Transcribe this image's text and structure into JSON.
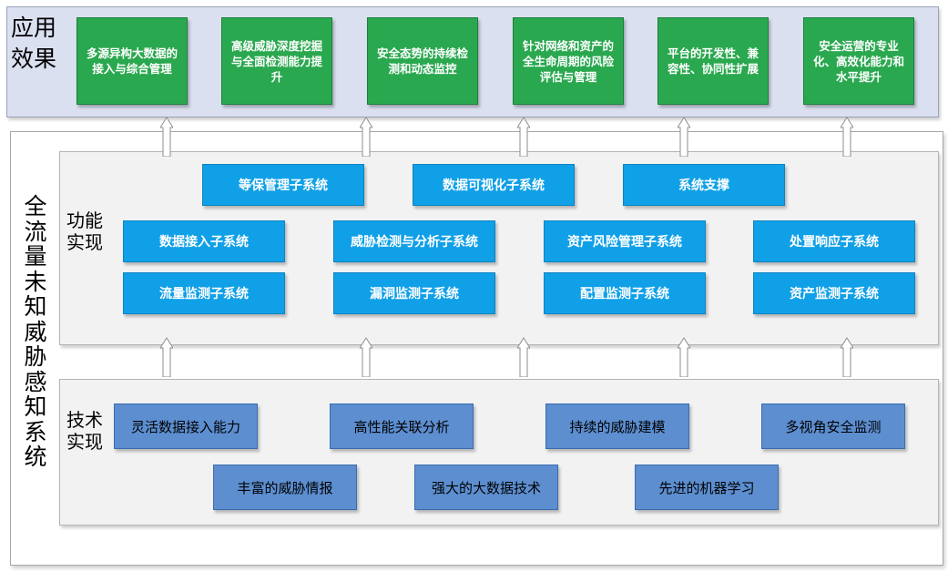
{
  "top_label": "应用效果",
  "outer_label": "全流量未知威胁感知系统",
  "func_label": "功能实现",
  "tech_label": "技术实现",
  "effects": [
    "多源异构大数据的接入与综合管理",
    "高级威胁深度挖掘与全面检测能力提升",
    "安全态势的持续检测和动态监控",
    "针对网络和资产的全生命周期的风险评估与管理",
    "平台的开发性、兼容性、协同性扩展",
    "安全运营的专业化、高效化能力和水平提升"
  ],
  "functions": [
    "等保管理子系统",
    "数据可视化子系统",
    "系统支撑",
    "数据接入子系统",
    "威胁检测与分析子系统",
    "资产风险管理子系统",
    "处置响应子系统",
    "流量监测子系统",
    "漏洞监测子系统",
    "配置监测子系统",
    "资产监测子系统"
  ],
  "techniques": [
    "灵活数据接入能力",
    "高性能关联分析",
    "持续的威胁建模",
    "多视角安全监测",
    "丰富的威胁情报",
    "强大的大数据技术",
    "先进的机器学习"
  ],
  "colors": {
    "effect_box": "#2aa84f",
    "function_box": "#10a0e7",
    "technique_box": "#5c8ed0",
    "top_band": "#dbe0f1",
    "panel": "#f2f2f2"
  }
}
